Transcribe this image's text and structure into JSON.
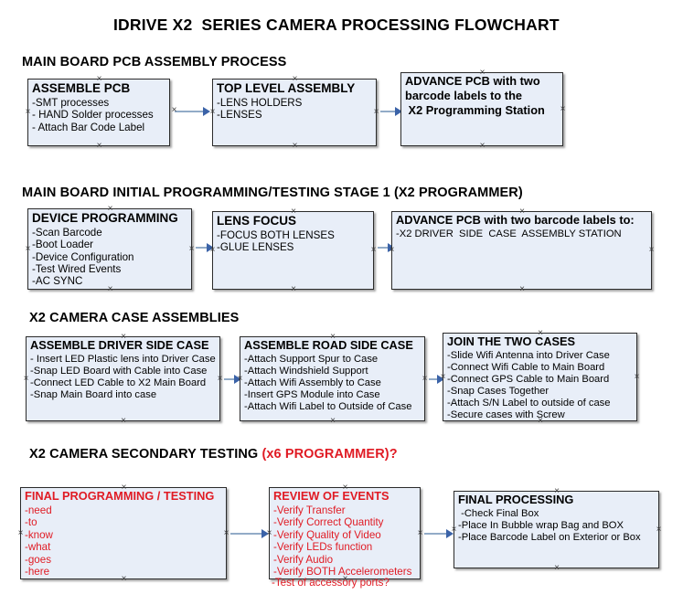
{
  "document": {
    "title": "IDRIVE X2  SERIES CAMERA PROCESSING FLOWCHART"
  },
  "colors": {
    "box_fill": "#e8eef8",
    "box_border": "#2b2b2b",
    "connector": "#92abc7",
    "arrowhead": "#3b63a8",
    "accent_red": "#e01b24",
    "text": "#000000"
  },
  "sections": [
    {
      "id": "main-board-pcb-assembly",
      "title": "MAIN BOARD PCB ASSEMBLY PROCESS",
      "title_red": "",
      "boxes": [
        {
          "id": "assemble-pcb",
          "header": "ASSEMBLE PCB",
          "lines": [
            "-SMT processes",
            "- HAND Solder processes",
            "- Attach Bar Code Label"
          ]
        },
        {
          "id": "top-level-assembly",
          "header": "TOP LEVEL ASSEMBLY",
          "lines": [
            "-LENS HOLDERS",
            "-LENSES"
          ]
        },
        {
          "id": "advance-pcb-to-programming-station",
          "header": "ADVANCE PCB with two",
          "header_lines": [
            "ADVANCE PCB with two",
            "barcode labels to the",
            " X2 Programming Station"
          ],
          "lines": []
        }
      ]
    },
    {
      "id": "main-board-initial-programming",
      "title": "MAIN BOARD INITIAL PROGRAMMING/TESTING STAGE 1 (X2 PROGRAMMER)",
      "title_red": "",
      "boxes": [
        {
          "id": "device-programming",
          "header": "DEVICE PROGRAMMING",
          "lines": [
            "-Scan Barcode",
            "-Boot Loader",
            "-Device Configuration",
            "-Test Wired Events",
            "-AC SYNC"
          ]
        },
        {
          "id": "lens-focus",
          "header": "LENS FOCUS",
          "lines": [
            "-FOCUS BOTH LENSES",
            "-GLUE LENSES"
          ]
        },
        {
          "id": "advance-pcb-to-driver-side-case",
          "header": "ADVANCE PCB with two barcode labels to:",
          "lines": [
            "-X2 DRIVER  SIDE  CASE  ASSEMBLY STATION"
          ]
        }
      ]
    },
    {
      "id": "x2-camera-case-assemblies",
      "title": "X2 CAMERA CASE ASSEMBLIES",
      "title_red": "",
      "boxes": [
        {
          "id": "assemble-driver-side-case",
          "header": "ASSEMBLE DRIVER SIDE CASE",
          "lines": [
            "- Insert LED Plastic lens into Driver Case",
            "-Snap LED Board with Cable into Case",
            "-Connect LED Cable to X2 Main Board",
            "-Snap Main Board into case"
          ]
        },
        {
          "id": "assemble-road-side-case",
          "header": "ASSEMBLE ROAD SIDE CASE",
          "lines": [
            "-Attach Support Spur to Case",
            "-Attach Windshield Support",
            "-Attach Wifi Assembly to Case",
            "-Insert GPS Module into Case",
            "-Attach Wifi Label to Outside of Case"
          ]
        },
        {
          "id": "join-the-two-cases",
          "header": "JOIN THE TWO CASES",
          "lines": [
            "-Slide Wifi Antenna into Driver Case",
            "-Connect Wifi Cable to Main Board",
            "-Connect GPS Cable to Main Board",
            "-Snap Cases Together",
            "-Attach S/N Label to outside of case",
            "-Secure cases with Screw"
          ]
        }
      ]
    },
    {
      "id": "x2-camera-secondary-testing",
      "title": "X2 CAMERA SECONDARY TESTING ",
      "title_red": "(x6 PROGRAMMER)?",
      "boxes": [
        {
          "id": "final-programming-testing",
          "header": "FINAL PROGRAMMING / TESTING",
          "lines": [
            "-need",
            "-to",
            "-know",
            "-what",
            "-goes",
            "-here"
          ]
        },
        {
          "id": "review-of-events",
          "header": "REVIEW OF EVENTS",
          "lines": [
            "-Verify Transfer",
            "-Verify Correct Quantity",
            "-Verify Quality of Video",
            "-Verify LEDs function",
            "-Verify Audio",
            "-Verify BOTH Accelerometers"
          ],
          "overflow_line": "-Test of accessory ports?"
        },
        {
          "id": "final-processing",
          "header": "FINAL PROCESSING",
          "lines": [
            " -Check Final Box",
            "-Place In Bubble wrap Bag and BOX",
            "-Place Barcode Label on Exterior or Box"
          ]
        }
      ]
    }
  ]
}
